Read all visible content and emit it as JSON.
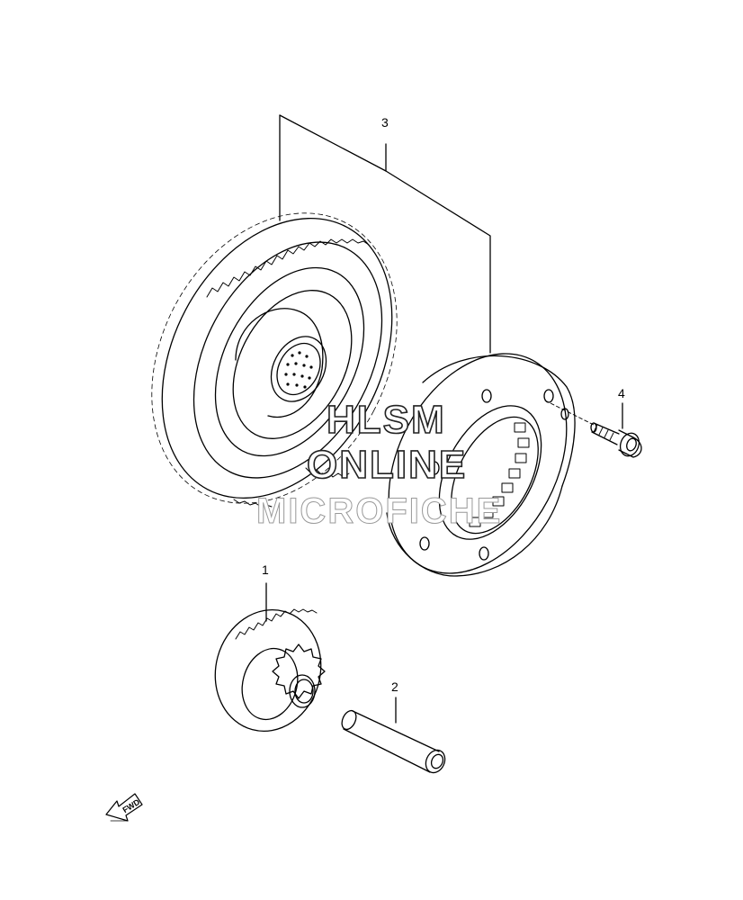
{
  "callouts": {
    "part1": "1",
    "part2": "2",
    "part3": "3",
    "part4": "4"
  },
  "watermark": {
    "line1": "HLSM",
    "line2": "ONLINE",
    "line3": "MICROFICHE"
  },
  "direction_label": "FWD",
  "colors": {
    "line": "#000000",
    "watermark_stroke": "#222222",
    "background": "#ffffff"
  }
}
